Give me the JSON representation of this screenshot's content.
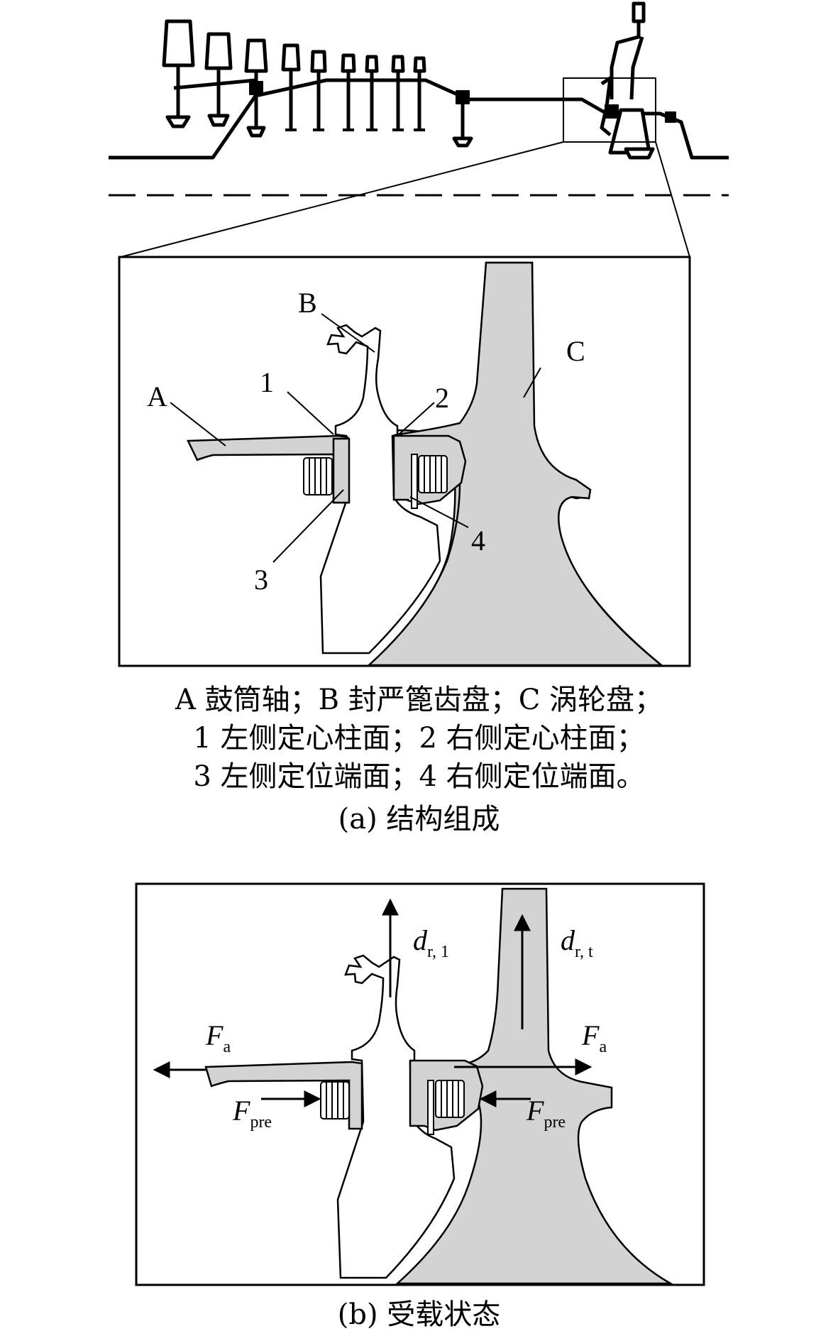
{
  "panel_a": {
    "labels": {
      "A": "A",
      "B": "B",
      "C": "C",
      "n1": "1",
      "n2": "2",
      "n3": "3",
      "n4": "4"
    },
    "legend": [
      "A  鼓筒轴；B 封严篦齿盘；C 涡轮盘；",
      "1 左侧定心柱面；2 右侧定心柱面；",
      "3 左侧定位端面；4 右侧定位端面。"
    ],
    "caption": "(a) 结构组成"
  },
  "panel_b": {
    "labels": {
      "Fa_main": "F",
      "Fa_sub": "a",
      "Fpre_main": "F",
      "Fpre_sub": "pre",
      "dr1_main": "d",
      "dr1_sub": "r, 1",
      "drt_main": "d",
      "drt_sub": "r, t"
    },
    "caption": "(b) 受载状态"
  },
  "colors": {
    "line": "#000000",
    "fill_gray": "#d3d3d3",
    "background": "#ffffff"
  }
}
